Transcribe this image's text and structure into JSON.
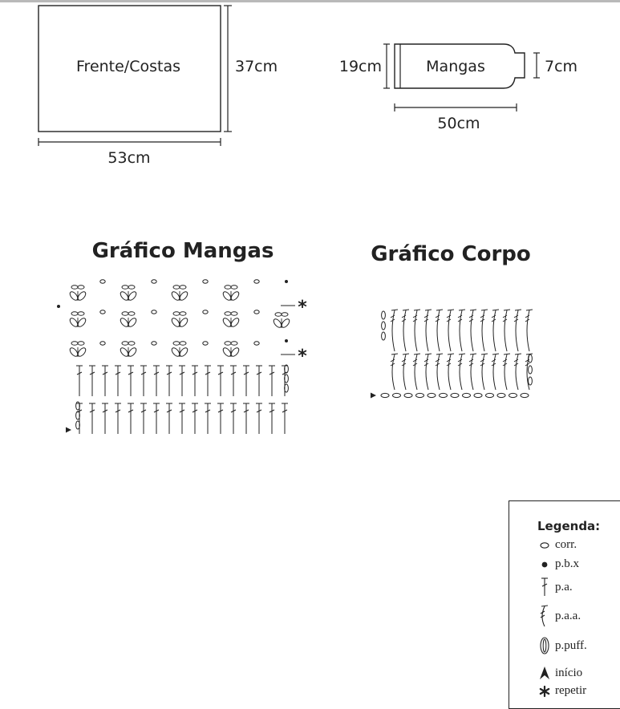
{
  "diagram": {
    "front_back": {
      "label": "Frente/Costas",
      "height_label": "37cm",
      "width_label": "53cm"
    },
    "sleeves": {
      "label": "Mangas",
      "left_height_label": "19cm",
      "right_height_label": "7cm",
      "width_label": "50cm"
    },
    "chart_sleeves_title": "Gráfico Mangas",
    "chart_body_title": "Gráfico Corpo",
    "repeat_mark": "*"
  },
  "legend": {
    "title": "Legenda:",
    "items": [
      {
        "icon": "chain-icon",
        "label": "corr."
      },
      {
        "icon": "slip-stitch-icon",
        "label": "p.b.x"
      },
      {
        "icon": "double-crochet-icon",
        "label": "p.a."
      },
      {
        "icon": "treble-crochet-icon",
        "label": "p.a.a."
      },
      {
        "icon": "puff-stitch-icon",
        "label": "p.puff."
      },
      {
        "icon": "start-arrow-icon",
        "label": "início"
      },
      {
        "icon": "repeat-asterisk-icon",
        "label": "repetir"
      }
    ]
  }
}
